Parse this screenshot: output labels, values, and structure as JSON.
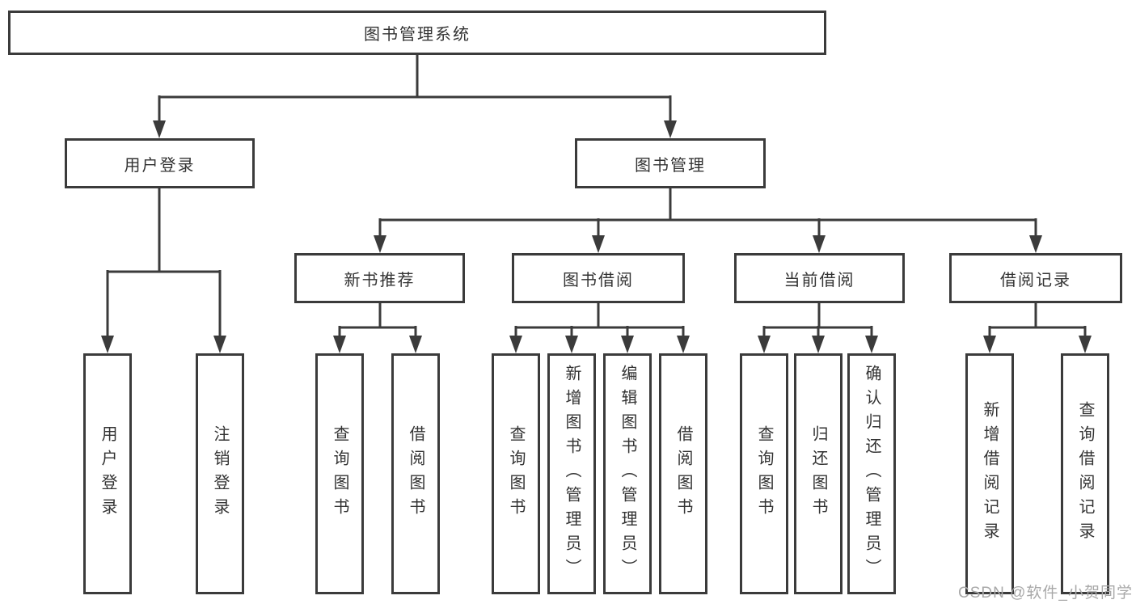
{
  "diagram": {
    "type": "tree",
    "root": {
      "label": "图书管理系统"
    },
    "branches": [
      {
        "label": "用户登录",
        "leaves": [
          {
            "label": "用户登录"
          },
          {
            "label": "注销登录"
          }
        ]
      },
      {
        "label": "图书管理",
        "children": [
          {
            "label": "新书推荐",
            "leaves": [
              {
                "label": "查询图书"
              },
              {
                "label": "借阅图书"
              }
            ]
          },
          {
            "label": "图书借阅",
            "leaves": [
              {
                "label": "查询图书"
              },
              {
                "label": "新增图书（管理员）"
              },
              {
                "label": "编辑图书（管理员）"
              },
              {
                "label": "借阅图书"
              }
            ]
          },
          {
            "label": "当前借阅",
            "leaves": [
              {
                "label": "查询图书"
              },
              {
                "label": "归还图书"
              },
              {
                "label": "确认归还（管理员）"
              }
            ]
          },
          {
            "label": "借阅记录",
            "leaves": [
              {
                "label": "新增借阅记录"
              },
              {
                "label": "查询借阅记录"
              }
            ]
          }
        ]
      }
    ]
  },
  "watermark": "CSDN @软件_小贺同学",
  "colors": {
    "line": "#3b3b3b",
    "text": "#333333",
    "watermark": "#a8a8a8",
    "background": "#ffffff"
  }
}
